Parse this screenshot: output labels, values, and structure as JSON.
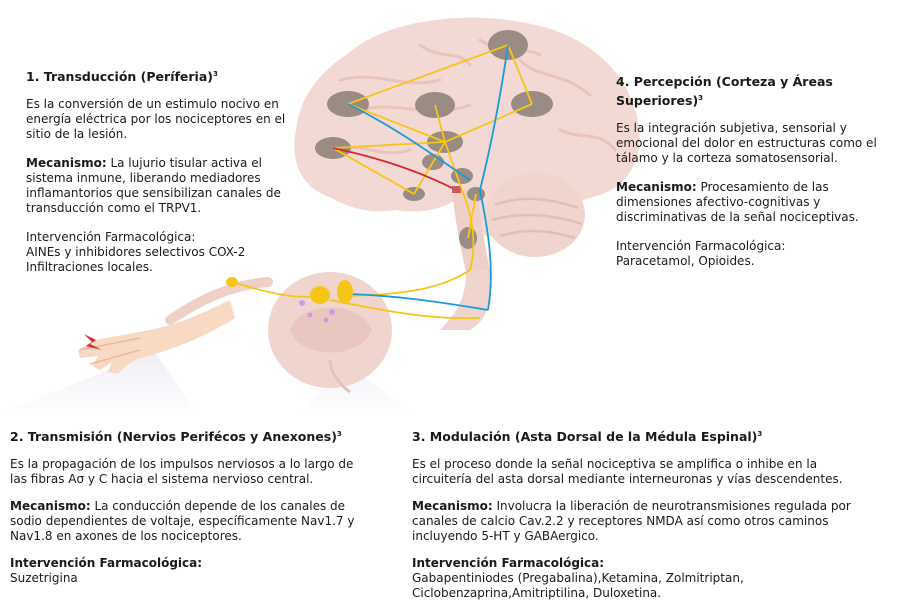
{
  "panels": {
    "transduction": {
      "title": "1. Transducción (Períferia)",
      "sup": "3",
      "definition": "Es la conversión de un estimulo nocivo en energía eléctrica  por los nociceptores en el sitio de la lesión.",
      "mechanism_label": "Mecanismo:",
      "mechanism": " La lujurio tisular activa el sistema inmune, liberando mediadores inflamantorios que sensibilizan canales de transducción como el  TRPV1.",
      "intervention_label": "Intervención Farmacológica:",
      "interventions": [
        "AINEs y inhibidores selectivos COX-2",
        "Infiltraciones locales."
      ]
    },
    "perception": {
      "title": "4. Percepción (Corteza y Áreas Superiores)",
      "sup": "3",
      "definition": "Es la integración subjetiva, sensorial y emocional del dolor en estructuras como el tálamo y la corteza somatosensorial.",
      "mechanism_label": "Mecanismo:",
      "mechanism": " Procesamiento de las dimensiones afectivo-cognitivas y discriminativas de la señal nociceptivas.",
      "intervention_label": "Intervención Farmacológica:",
      "interventions": [
        "Paracetamol, Opioides."
      ]
    },
    "transmission": {
      "title": "2. Transmisión (Nervios Perifécos y Anexones)",
      "sup": "3",
      "definition": "Es la propagación de los impulsos nerviosos a lo largo de las fibras Aσ y C hacia el sistema nervioso central.",
      "mechanism_label": "Mecanismo:",
      "mechanism": " La conducción depende de los canales de sodio dependientes de voltaje, específicamente Nav1.7 y Nav1.8 en axones de los nociceptores.",
      "intervention_label": "Intervención Farmacológica:",
      "interventions": [
        "Suzetrigina"
      ]
    },
    "modulation": {
      "title": "3. Modulación (Asta Dorsal de la Médula Espinal)",
      "sup": "3",
      "definition": "Es el proceso donde la señal nociceptiva se amplifica o inhibe en la circuitería del asta dorsal mediante interneuronas y vías descendentes.",
      "mechanism_label": "Mecanismo:",
      "mechanism": " Involucra la liberación de neurotransmisiones regulada por canales de calcio Cav.2.2 y receptores NMDA así como otros caminos incluyendo 5-HT y GABAergico.",
      "intervention_label": "Intervención Farmacológica:",
      "interventions": [
        "Gabapentiniodes (Pregabalina),Ketamina, Zolmitriptan,",
        "Ciclobenzaprina,Amitriptilina, Duloxetina."
      ]
    }
  },
  "colors": {
    "brain": "#f2d9d3",
    "brain_fold": "#e8c4bc",
    "nucleus": "#9a8c82",
    "ascending_path": "#f5c518",
    "descending_path": "#1a9bd7",
    "pain_signal": "#d9262b",
    "interneuron": "#c99ee0"
  },
  "illustration_icons": [
    "brain-icon",
    "spinal-cord-icon",
    "hand-icon",
    "pain-bolt-icon"
  ]
}
